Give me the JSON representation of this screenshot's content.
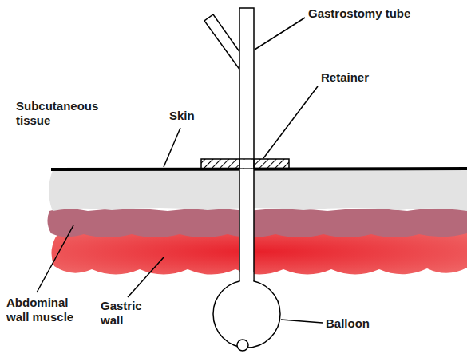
{
  "diagram": {
    "labels": [
      "Gastrostomy tube",
      "Retainer",
      "Skin",
      "Subcutaneous tissue",
      "Abdominal wall muscle",
      "Gastric wall",
      "Balloon"
    ]
  }
}
